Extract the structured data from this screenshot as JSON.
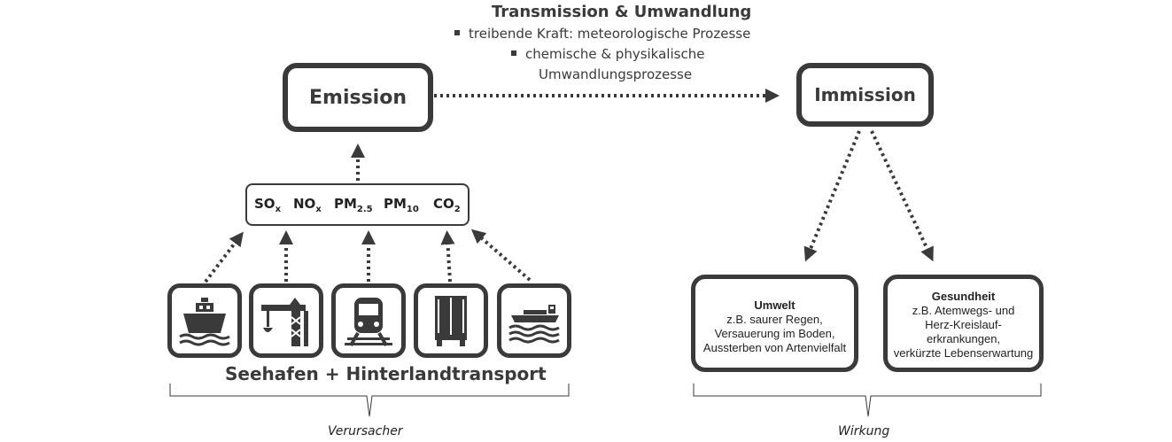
{
  "transmission": {
    "title": "Transmission & Umwandlung",
    "bullets": [
      "treibende Kraft: meteorologische Prozesse",
      "chemische & physikalische",
      "Umwandlungsprozesse"
    ]
  },
  "emission": {
    "label": "Emission"
  },
  "immission": {
    "label": "Immission"
  },
  "pollutants": [
    {
      "base": "SO",
      "sub": "x"
    },
    {
      "base": "NO",
      "sub": "x"
    },
    {
      "base": "PM",
      "sub": "2.5"
    },
    {
      "base": "PM",
      "sub": "10"
    },
    {
      "base": "CO",
      "sub": "2"
    }
  ],
  "sources": {
    "icons": [
      "ship-icon",
      "crane-icon",
      "train-icon",
      "truck-icon",
      "barge-icon"
    ],
    "caption": "Seehafen + Hinterlandtransport",
    "group_label": "Verursacher"
  },
  "effects": {
    "umwelt": {
      "title": "Umwelt",
      "lines": [
        "z.B. saurer Regen,",
        "Versauerung im Boden,",
        "Aussterben von Artenvielfalt"
      ]
    },
    "gesundheit": {
      "title": "Gesundheit",
      "lines": [
        "z.B. Atemwegs- und",
        "Herz-Kreislauf-",
        "erkrankungen,",
        "verkürzte Lebenserwartung"
      ]
    },
    "group_label": "Wirkung"
  }
}
